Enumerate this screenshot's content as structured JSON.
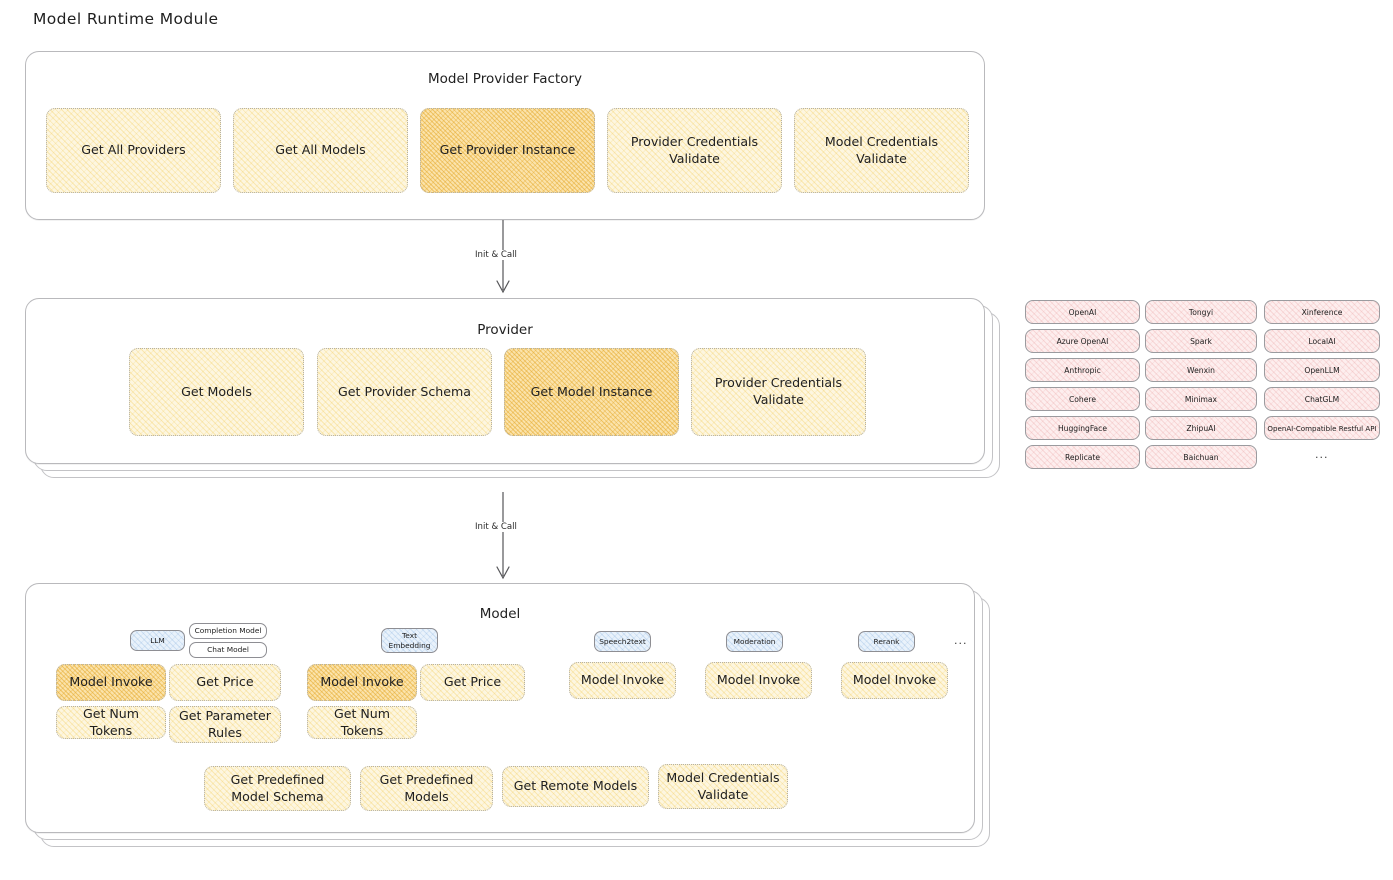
{
  "title": "Model Runtime Module",
  "factory": {
    "title": "Model Provider Factory",
    "nodes": [
      {
        "label": "Get All Providers",
        "highlight": false
      },
      {
        "label": "Get All Models",
        "highlight": false
      },
      {
        "label": "Get Provider Instance",
        "highlight": true
      },
      {
        "label": "Provider Credentials Validate",
        "highlight": false
      },
      {
        "label": "Model Credentials Validate",
        "highlight": false
      }
    ]
  },
  "arrows": [
    {
      "label": "Init & Call"
    },
    {
      "label": "Init & Call"
    }
  ],
  "provider": {
    "title": "Provider",
    "nodes": [
      {
        "label": "Get Models",
        "highlight": false
      },
      {
        "label": "Get Provider Schema",
        "highlight": false
      },
      {
        "label": "Get Model Instance",
        "highlight": true
      },
      {
        "label": "Provider Credentials Validate",
        "highlight": false
      }
    ]
  },
  "provider_list": {
    "columns": [
      [
        "OpenAI",
        "Azure OpenAI",
        "Anthropic",
        "Cohere",
        "HuggingFace",
        "Replicate"
      ],
      [
        "Tongyi",
        "Spark",
        "Wenxin",
        "Minimax",
        "ZhipuAI",
        "Baichuan"
      ],
      [
        "Xinference",
        "LocalAI",
        "OpenLLM",
        "ChatGLM",
        "OpenAI-Compatible Restful API"
      ]
    ],
    "more": "..."
  },
  "model": {
    "title": "Model",
    "more": "...",
    "types": [
      {
        "name": "LLM",
        "subtypes": [
          "Completion Model",
          "Chat Model"
        ],
        "ops": [
          {
            "label": "Model Invoke",
            "highlight": true
          },
          {
            "label": "Get Price",
            "highlight": false
          },
          {
            "label": "Get Num Tokens",
            "highlight": false
          },
          {
            "label": "Get Parameter Rules",
            "highlight": false
          }
        ]
      },
      {
        "name": "Text Embedding",
        "subtypes": [],
        "ops": [
          {
            "label": "Model Invoke",
            "highlight": true
          },
          {
            "label": "Get Price",
            "highlight": false
          },
          {
            "label": "Get Num Tokens",
            "highlight": false
          }
        ]
      },
      {
        "name": "Speech2text",
        "subtypes": [],
        "ops": [
          {
            "label": "Model Invoke",
            "highlight": false
          }
        ]
      },
      {
        "name": "Moderation",
        "subtypes": [],
        "ops": [
          {
            "label": "Model Invoke",
            "highlight": false
          }
        ]
      },
      {
        "name": "Rerank",
        "subtypes": [],
        "ops": [
          {
            "label": "Model Invoke",
            "highlight": false
          }
        ]
      }
    ],
    "common_ops": [
      "Get Predefined Model Schema",
      "Get Predefined Models",
      "Get Remote Models",
      "Model Credentials Validate"
    ]
  },
  "colors": {
    "amber_fill": "#fdf6e0",
    "amber_strong": "#fbe3ab",
    "rose_fill": "#fdeeee",
    "blue_fill": "#e9f2fb",
    "panel_border": "#b9b9bc",
    "text": "#232323"
  }
}
